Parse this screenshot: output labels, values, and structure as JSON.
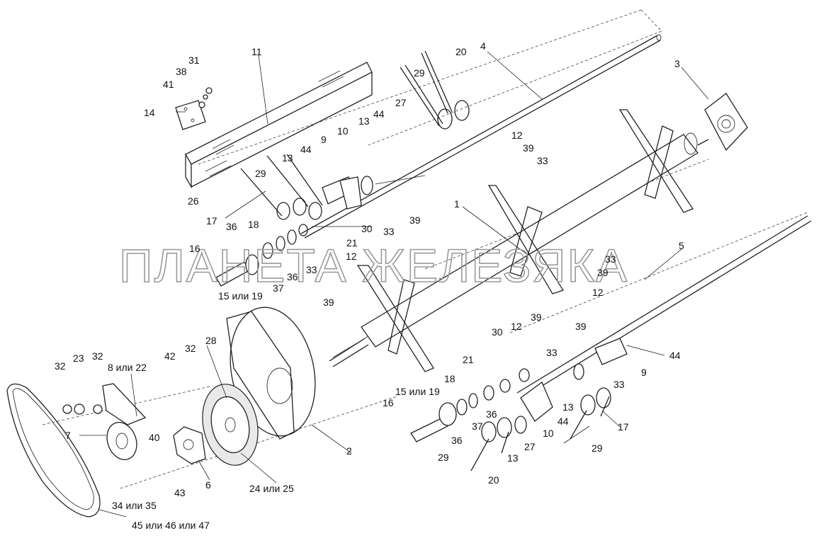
{
  "watermark": "ПЛАНЕТА ЖЕЛЕЗЯКА",
  "callouts": {
    "c1": "1",
    "c2": "2",
    "c3": "3",
    "c4": "4",
    "c5": "5",
    "c6": "6",
    "c7": "7",
    "c8_22": "8 или 22",
    "c9a": "9",
    "c9b": "9",
    "c10a": "10",
    "c10b": "10",
    "c11": "11",
    "c12a": "12",
    "c12b": "12",
    "c12c": "12",
    "c12d": "12",
    "c13a": "13",
    "c13b": "13",
    "c13c": "13",
    "c13d": "13",
    "c14": "14",
    "c15_19a": "15 или 19",
    "c15_19b": "15 или 19",
    "c16a": "16",
    "c16b": "16",
    "c17a": "17",
    "c17b": "17",
    "c18a": "18",
    "c18b": "18",
    "c20a": "20",
    "c20b": "20",
    "c21a": "21",
    "c21b": "21",
    "c23": "23",
    "c24_25": "24 или 25",
    "c26": "26",
    "c27a": "27",
    "c27b": "27",
    "c28": "28",
    "c29a": "29",
    "c29b": "29",
    "c29c": "29",
    "c30a": "30",
    "c30b": "30",
    "c31": "31",
    "c32a": "32",
    "c32b": "32",
    "c32c": "32",
    "c33a": "33",
    "c33b": "33",
    "c33c": "33",
    "c33d": "33",
    "c33e": "33",
    "c33f": "33",
    "c34_35": "34 или 35",
    "c36a": "36",
    "c36b": "36",
    "c36c": "36",
    "c36d": "36",
    "c37a": "37",
    "c37b": "37",
    "c38": "38",
    "c39a": "39",
    "c39b": "39",
    "c39c": "39",
    "c39d": "39",
    "c39e": "39",
    "c39f": "39",
    "c40": "40",
    "c41": "41",
    "c42": "42",
    "c43": "43",
    "c44a": "44",
    "c44b": "44",
    "c44c": "44",
    "c44d": "44",
    "c45_47": "45 или 46 или 47"
  }
}
